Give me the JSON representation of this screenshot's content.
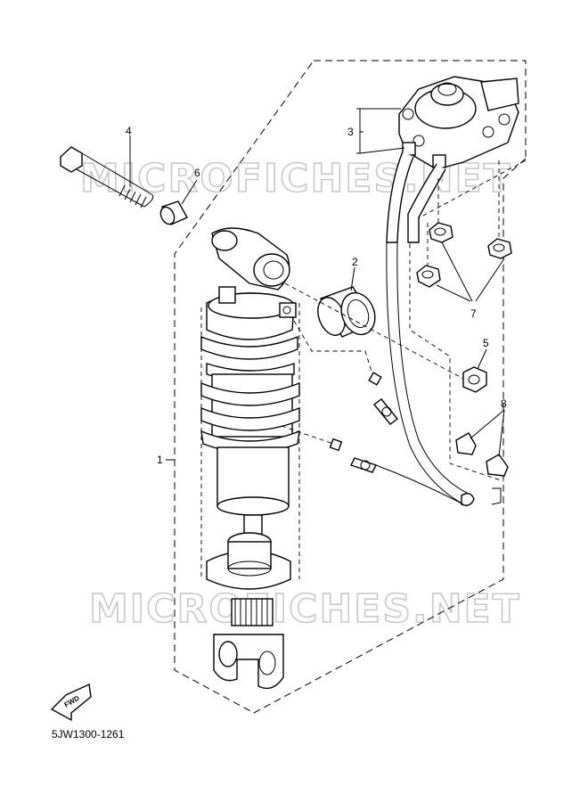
{
  "watermark": {
    "upper": "MICROFICHES.NET",
    "lower": "MICROFICHES.NET"
  },
  "callouts": {
    "c1": "1",
    "c2": "2",
    "c3": "3",
    "c4": "4",
    "c5": "5",
    "c6": "6",
    "c7": "7",
    "c8": "8"
  },
  "fwd_label": "FWD",
  "diagram_code": "5JW1300-1261"
}
